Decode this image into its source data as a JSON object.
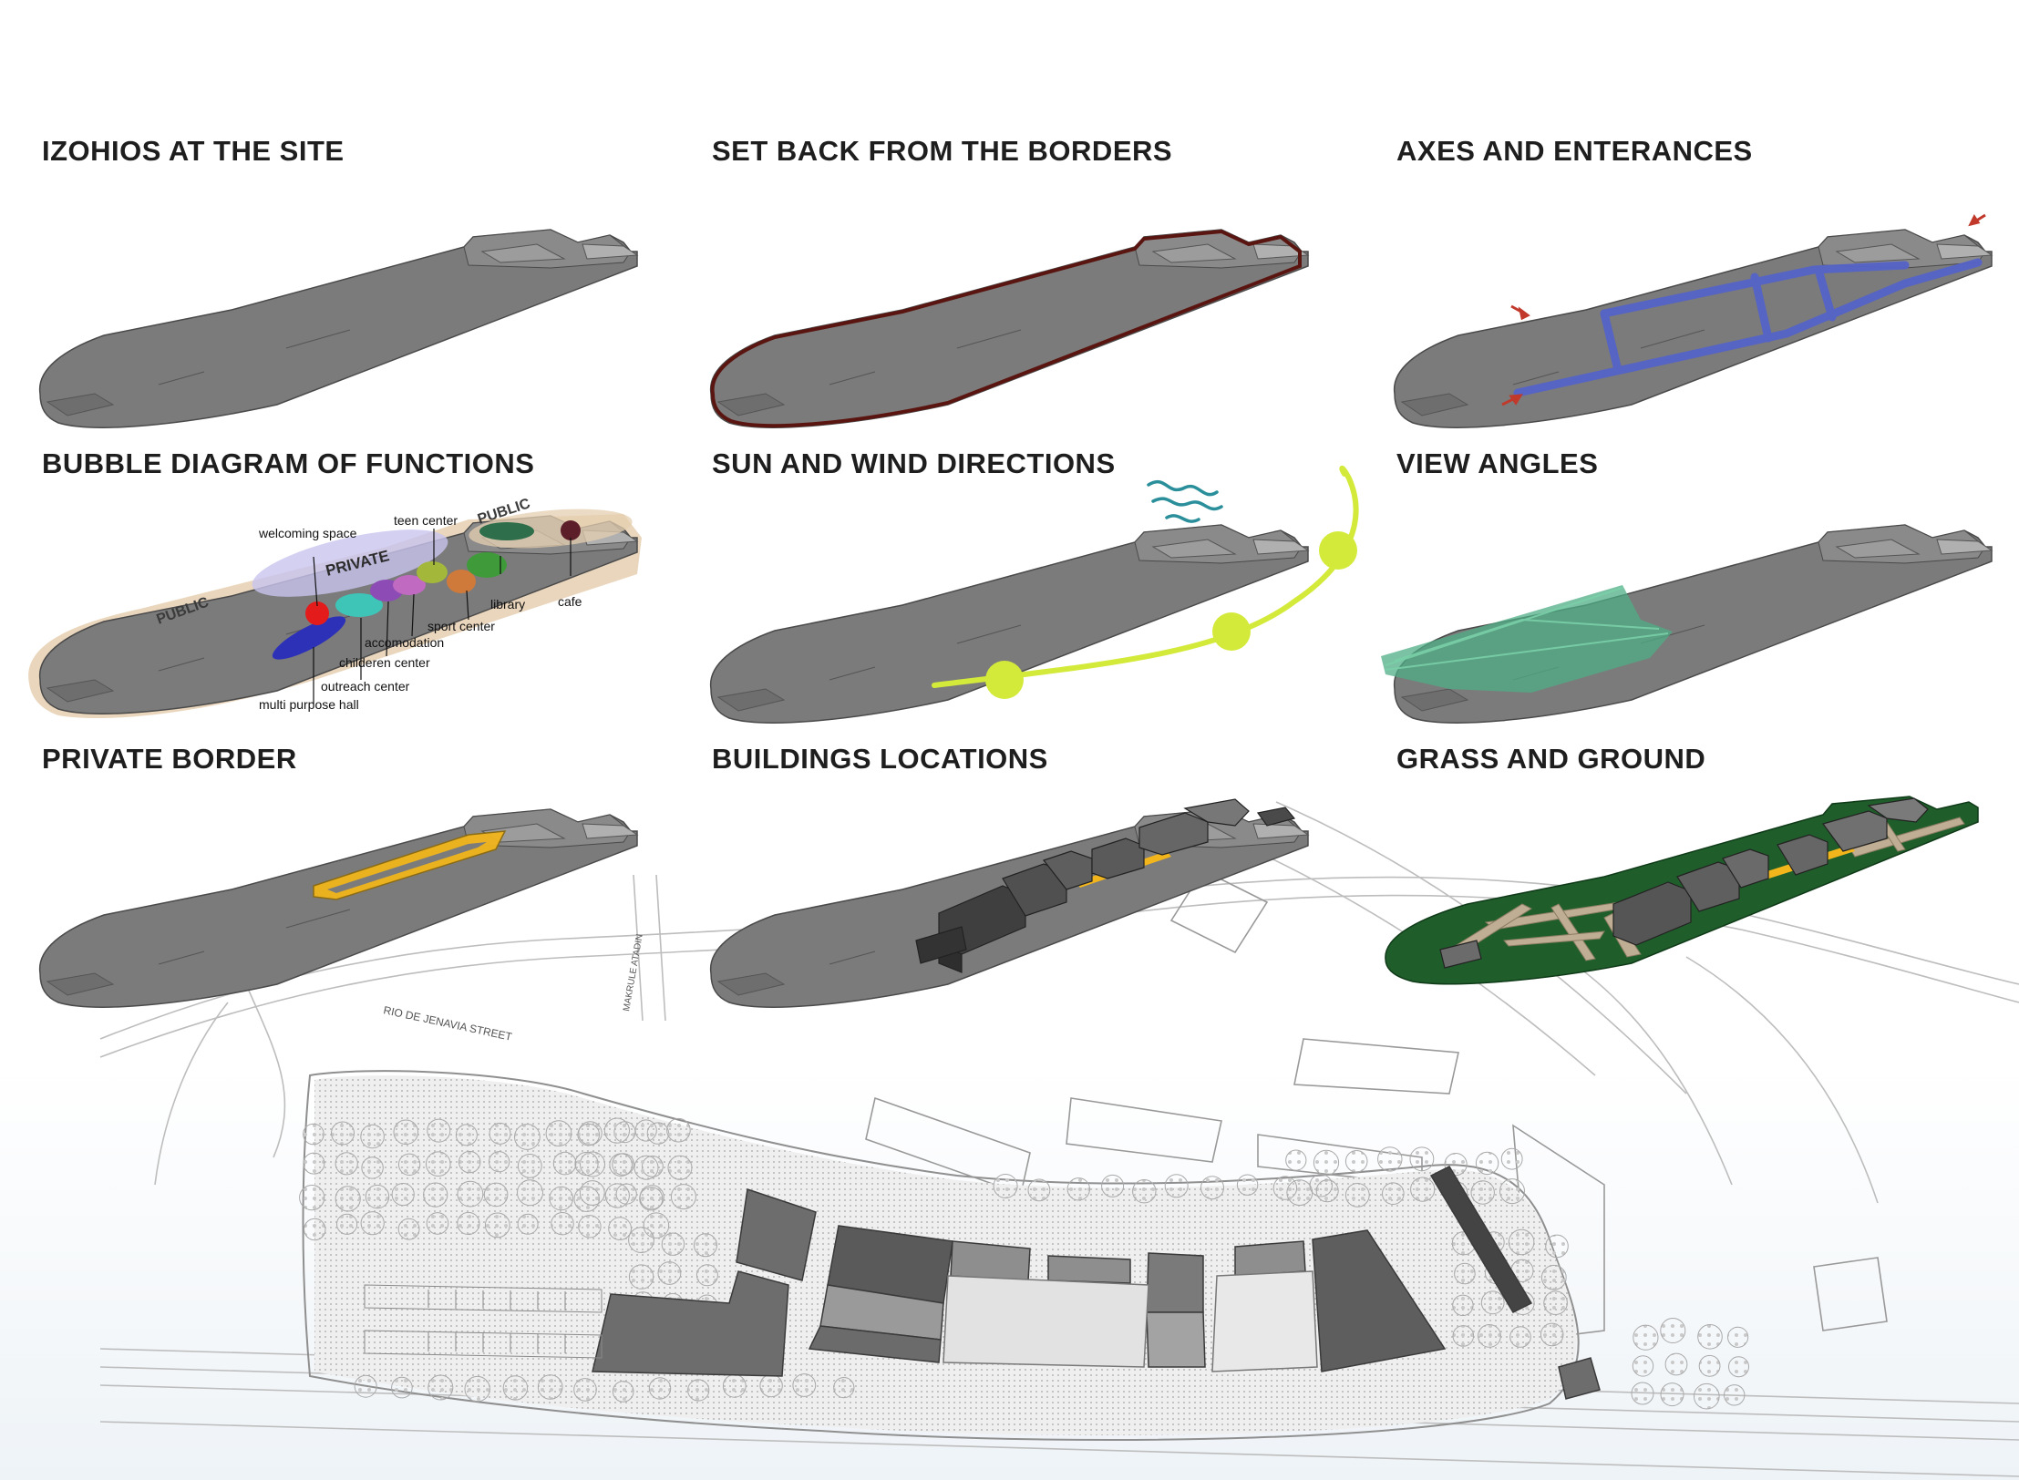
{
  "panels": [
    {
      "title": "IZOHIOS AT THE SITE"
    },
    {
      "title": "SET BACK FROM THE BORDERS"
    },
    {
      "title": "AXES AND ENTERANCES"
    },
    {
      "title": "BUBBLE DIAGRAM OF FUNCTIONS"
    },
    {
      "title": "SUN AND WIND DIRECTIONS"
    },
    {
      "title": "VIEW ANGLES"
    },
    {
      "title": "PRIVATE BORDER"
    },
    {
      "title": "BUILDINGS LOCATIONS"
    },
    {
      "title": "GRASS AND GROUND"
    }
  ],
  "bubble": {
    "zones": {
      "public_left": "PUBLIC",
      "public_right": "PUBLIC",
      "private": "PRIVATE"
    },
    "labels": {
      "teen_center": "teen center",
      "welcoming_space": "welcoming space",
      "library": "library",
      "cafe": "cafe",
      "sport_center": "sport center",
      "accomodation": "accomodation",
      "childeren_center": "childeren center",
      "outreach_center": "outreach center",
      "multi_purpose_hall": "multi purpose hall"
    }
  },
  "site_plan": {
    "street_1": "RIO DE JENAVIA STREET",
    "street_2": "MAKRULE ATADIN"
  },
  "colors": {
    "site_gray": "#7b7b7b",
    "setback_border": "#5a1510",
    "axes_blue": "#5563c8",
    "entrance_arrow": "#c0392b",
    "wind": "#2a8f9a",
    "sun": "#d4ea3a",
    "view_angle": "#4fae86",
    "private_border": "#f2b51c",
    "grass": "#1f5e2a",
    "ground_path": "#bfae93",
    "public_zone": "#e6cfb0",
    "private_zone": "#c8c4ef"
  }
}
